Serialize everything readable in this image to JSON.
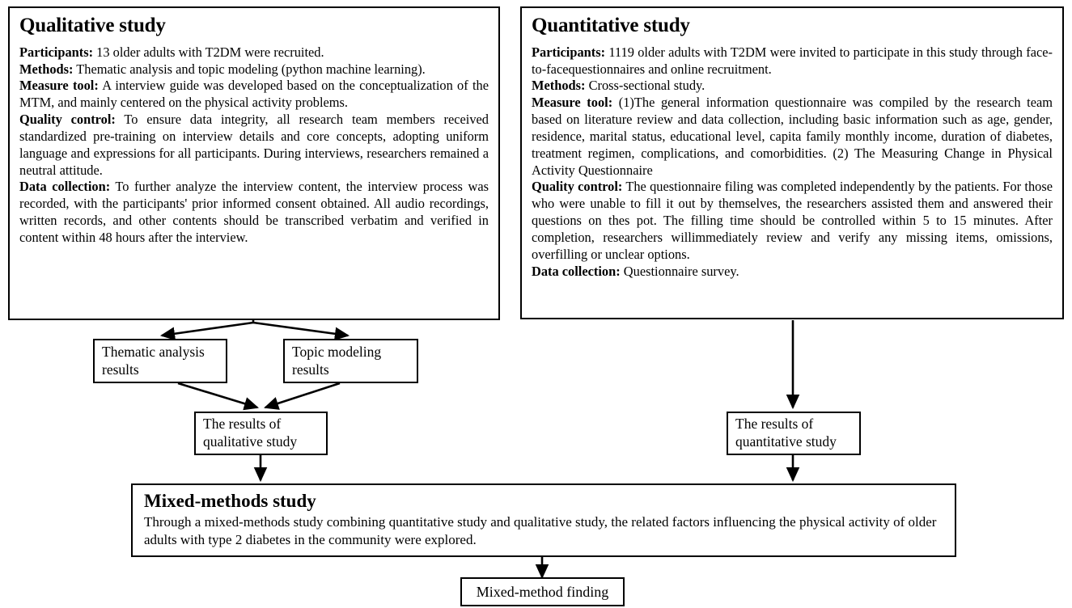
{
  "figure": {
    "type": "flowchart",
    "orientation": "top-down",
    "background": "#ffffff",
    "line_color": "#000000"
  },
  "qualitative": {
    "title": "Qualitative study",
    "rows": [
      {
        "label": "Participants:",
        "text": " 13 older adults with T2DM were recruited."
      },
      {
        "label": "Methods:",
        "text": " Thematic analysis and topic modeling (python machine learning)."
      },
      {
        "label": "Measure tool:",
        "text": " A interview guide was developed based on the conceptualization of the MTM, and mainly centered on the physical activity problems."
      },
      {
        "label": "Quality control:",
        "text": " To ensure data integrity, all research team members received standardized pre-training on interview details and core concepts, adopting uniform language and expressions for all participants. During interviews, researchers remained a neutral attitude."
      },
      {
        "label": "Data collection:",
        "text": " To further analyze the interview content, the interview process was recorded, with the participants' prior informed consent obtained. All audio recordings, written records, and other contents should be transcribed verbatim and verified in content within 48 hours after the interview."
      }
    ]
  },
  "quantitative": {
    "title": "Quantitative study",
    "rows": [
      {
        "label": "Participants:",
        "text": " 1119 older adults with T2DM were invited to participate in this study through face-to-facequestionnaires and online recruitment."
      },
      {
        "label": "Methods:",
        "text": " Cross-sectional study."
      },
      {
        "label": "Measure tool:",
        "text": " (1)The general information questionnaire was compiled by the research team based on literature review and data collection, including basic information such as age, gender, residence, marital status, educational level, capita family monthly income, duration of diabetes, treatment regimen, complications, and comorbidities. (2) The Measuring Change in Physical Activity Questionnaire"
      },
      {
        "label": "Quality control:",
        "text": " The questionnaire filing was completed independently by the patients. For those who were unable to fill it out by themselves, the researchers assisted them and answered their questions on thes pot. The filling time should be controlled within 5 to 15 minutes. After completion, researchers willimmediately review and verify any missing items, omissions, overfilling or unclear options."
      },
      {
        "label": "Data collection:",
        "text": " Questionnaire survey."
      }
    ]
  },
  "nodes": {
    "thematic_analysis": "Thematic analysis results",
    "topic_modeling": "Topic modeling results",
    "qualitative_results": "The results of qualitative study",
    "quantitative_results": "The results of quantitative study",
    "mixed_finding": "Mixed-method finding"
  },
  "mixed": {
    "title": "Mixed-methods study",
    "text": "Through a mixed-methods study combining quantitative study and qualitative study, the related factors influencing the physical activity of older adults with type 2 diabetes in the community  were explored."
  }
}
